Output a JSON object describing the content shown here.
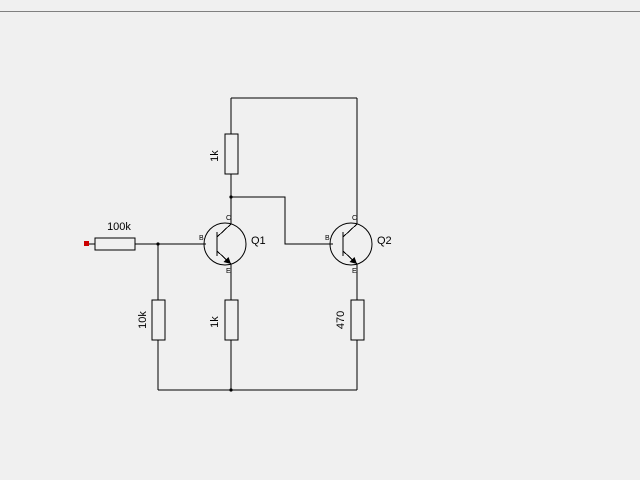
{
  "components": {
    "r_input": {
      "value": "100k"
    },
    "r_bias": {
      "value": "10k"
    },
    "r_collector": {
      "value": "1k"
    },
    "r_emitter1": {
      "value": "1k"
    },
    "r_emitter2": {
      "value": "470"
    },
    "q1": {
      "name": "Q1",
      "pin_b": "B",
      "pin_c": "C",
      "pin_e": "E"
    },
    "q2": {
      "name": "Q2",
      "pin_b": "B",
      "pin_c": "C",
      "pin_e": "E"
    }
  },
  "colors": {
    "wire": "#000000",
    "input_terminal": "#cc0000",
    "background": "#f0f0f0"
  }
}
